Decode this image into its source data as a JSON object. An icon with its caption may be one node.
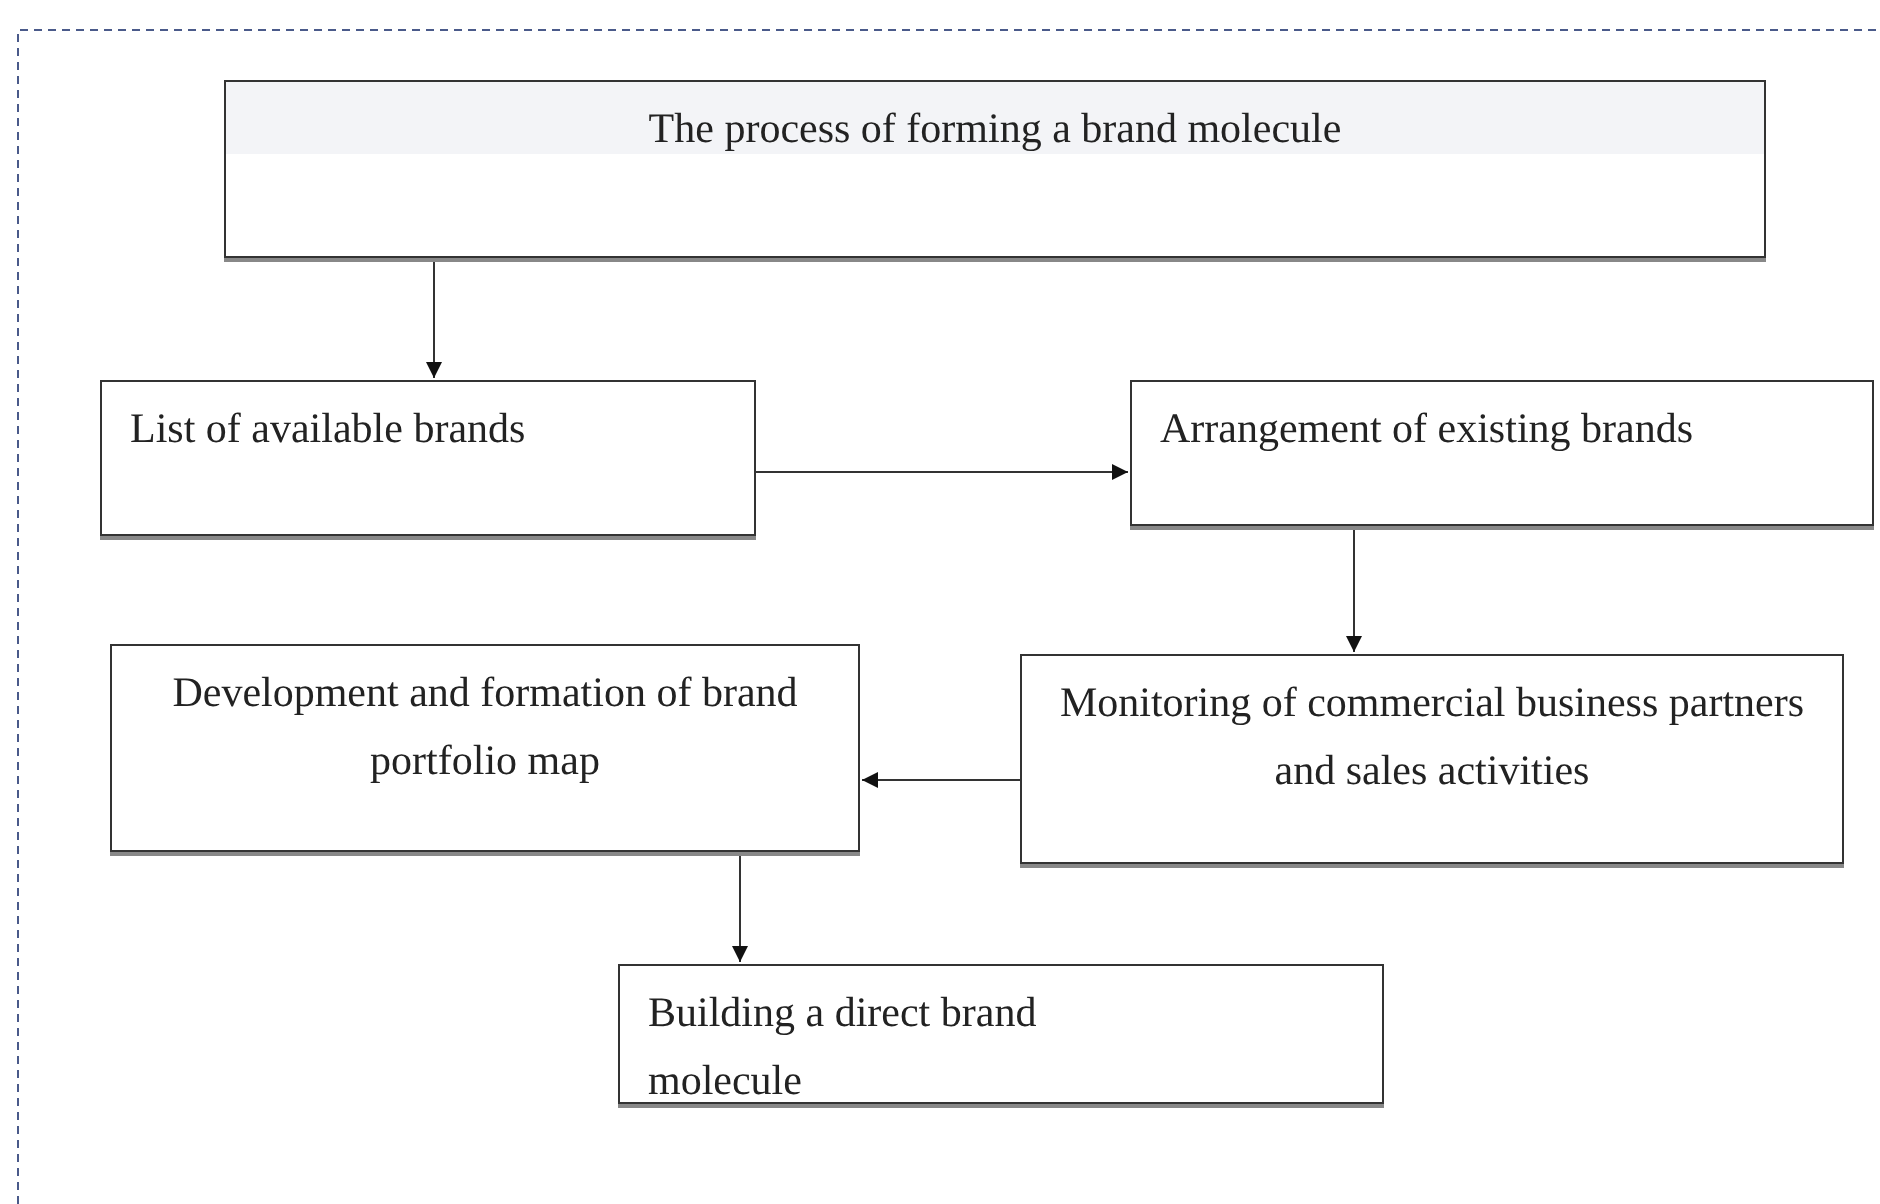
{
  "diagram": {
    "nodes": [
      {
        "text": [
          "The process of forming a brand molecule"
        ]
      },
      {
        "text": [
          "List of available brands"
        ]
      },
      {
        "text": [
          "Arrangement of existing brands"
        ]
      },
      {
        "text": [
          "Development and formation of brand portfolio map"
        ]
      },
      {
        "text": [
          "Monitoring of commercial business partners and sales activities"
        ]
      },
      {
        "text": [
          "Building a direct brand molecule"
        ]
      }
    ],
    "edges": [
      {
        "from": 0,
        "to": 1,
        "arrow": "to"
      },
      {
        "from": 1,
        "to": 2,
        "arrow": "to"
      },
      {
        "from": 2,
        "to": 4,
        "arrow": "to"
      },
      {
        "from": 4,
        "to": 3,
        "arrow": "to"
      },
      {
        "from": 3,
        "to": 5,
        "arrow": "to"
      }
    ]
  }
}
